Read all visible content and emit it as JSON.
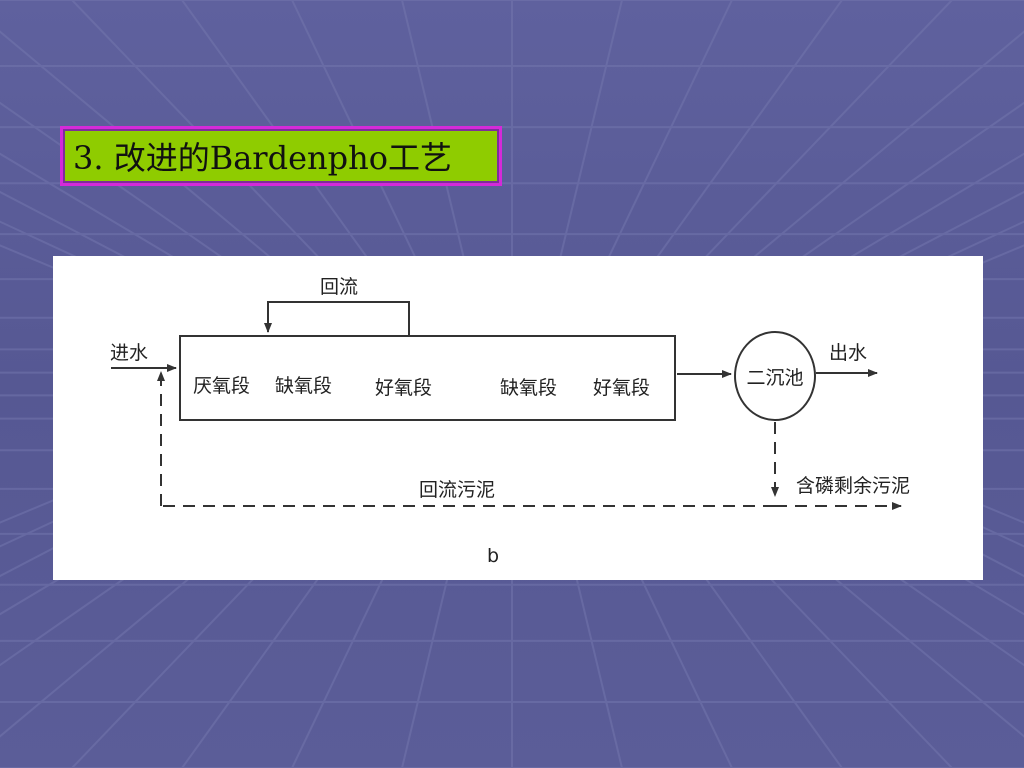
{
  "slide": {
    "title": "3. 改进的Bardenpho工艺"
  },
  "diagram": {
    "return_flow": "回流",
    "influent": "进水",
    "stages": [
      "厌氧段",
      "缺氧段",
      "好氧段",
      "缺氧段",
      "好氧段"
    ],
    "clarifier": "二沉池",
    "effluent": "出水",
    "return_sludge": "回流污泥",
    "excess_sludge": "含磷剩余污泥",
    "caption": "b"
  },
  "colors": {
    "background": "#5a5c96",
    "title_fill": "#8fcc00",
    "title_border": "#d42ad9",
    "diagram_line": "#333333"
  }
}
